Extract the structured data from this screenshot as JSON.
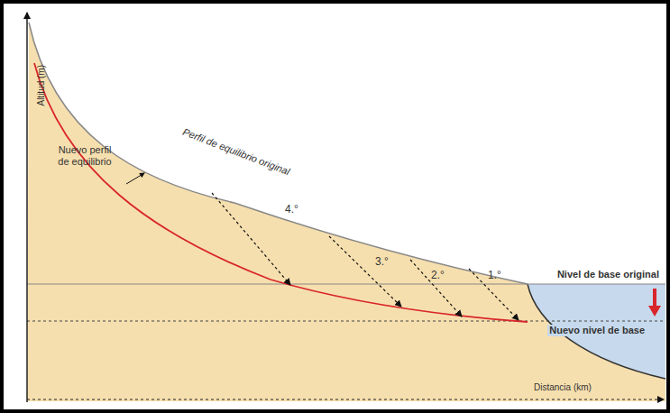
{
  "diagram": {
    "labels": [
      "Altitud (m)",
      "Perfil de equilibrio original",
      "Nuevo perfil de equilibrio",
      "4.°",
      "3.°",
      "2.°",
      "1.°",
      "Nivel de base original",
      "Nuevo nivel de base",
      "Distancia (km)"
    ]
  }
}
